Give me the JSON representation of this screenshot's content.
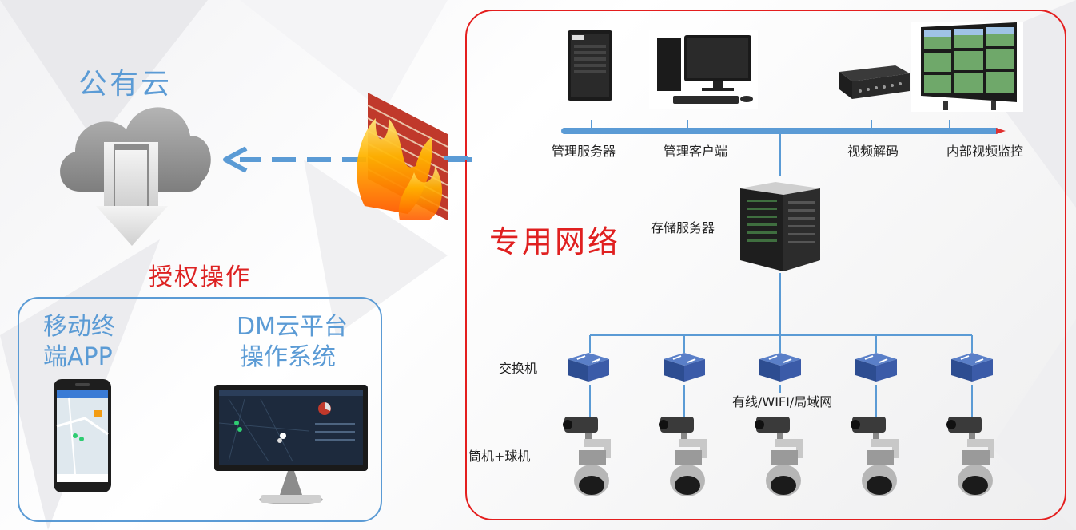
{
  "cloud": {
    "title": "公有云",
    "icon": "cloud-download-icon"
  },
  "auth": {
    "label": "授权操作"
  },
  "clients": {
    "mobile": {
      "line1": "移动终",
      "line2": "端APP",
      "icon": "smartphone-icon"
    },
    "dm": {
      "line1": "DM云平台",
      "line2": "操作系统",
      "icon": "monitor-icon"
    }
  },
  "network": {
    "title": "专用网络"
  },
  "devices": {
    "mgmt_server": "管理服务器",
    "mgmt_client": "管理客户端",
    "video_decode": "视频解码",
    "internal_monitor": "内部视频监控",
    "storage_server": "存储服务器",
    "switch_label": "交换机",
    "link_label": "有线/WIFI/局域网",
    "camera_label": "筒机+球机"
  },
  "colors": {
    "accent_blue": "#5b9bd5",
    "frame_red": "#e41e1e",
    "bus_blue": "#5b9bd5",
    "switch_blue": "#3b5ba8"
  }
}
